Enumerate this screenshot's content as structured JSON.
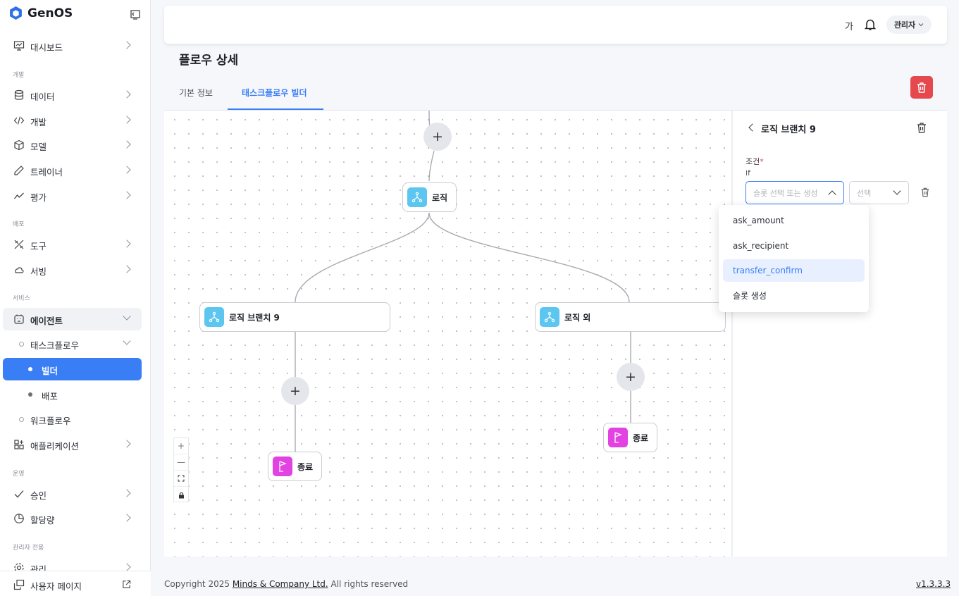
{
  "app": {
    "brand": "GenOS"
  },
  "sidebar": {
    "sections": {
      "dev": "개발",
      "deploy": "배포",
      "service": "서비스",
      "ops": "운영",
      "admin": "관리자 전용"
    },
    "items": {
      "dashboard": "대시보드",
      "data": "데이터",
      "develop": "개발",
      "model": "모델",
      "trainer": "트레이너",
      "eval": "평가",
      "tools": "도구",
      "serving": "서빙",
      "agent": "에이전트",
      "taskflow": "태스크플로우",
      "builder": "빌더",
      "deploy": "배포",
      "workflow": "워크플로우",
      "application": "애플리케이션",
      "approval": "승인",
      "quota": "할당량",
      "manage": "관리",
      "user_page": "사용자 페이지"
    }
  },
  "topbar": {
    "font_toggle": "가",
    "user": "관리자"
  },
  "page": {
    "title": "플로우 상세",
    "tabs": [
      "기본 정보",
      "태스크플로우 빌더"
    ],
    "active_tab": 1
  },
  "canvas": {
    "nodes": {
      "logic": "로직",
      "branch9": "로직 브랜치 9",
      "else": "로직 외",
      "end1": "종료",
      "end2": "종료"
    },
    "plus": "+",
    "zoom": {
      "in": "+",
      "out": "—"
    }
  },
  "panel": {
    "title": "로직 브랜치 9",
    "condition_label": "조건",
    "required": "*",
    "if_label": "if",
    "slot_placeholder": "슬롯 선택 또는 생성",
    "op_placeholder": "선택",
    "dropdown_options": [
      "ask_amount",
      "ask_recipient",
      "transfer_confirm",
      "슬롯 생성"
    ],
    "selected_option": "transfer_confirm"
  },
  "footer": {
    "copyright": "Copyright 2025 ",
    "company": "Minds & Company Ltd.",
    "rights": " All rights reserved",
    "version": "v1.3.3.3"
  },
  "colors": {
    "accent": "#3a7ef6",
    "danger": "#e5484d",
    "logic_icon": "#5cc6f0",
    "end_icon": "#e342e3"
  }
}
